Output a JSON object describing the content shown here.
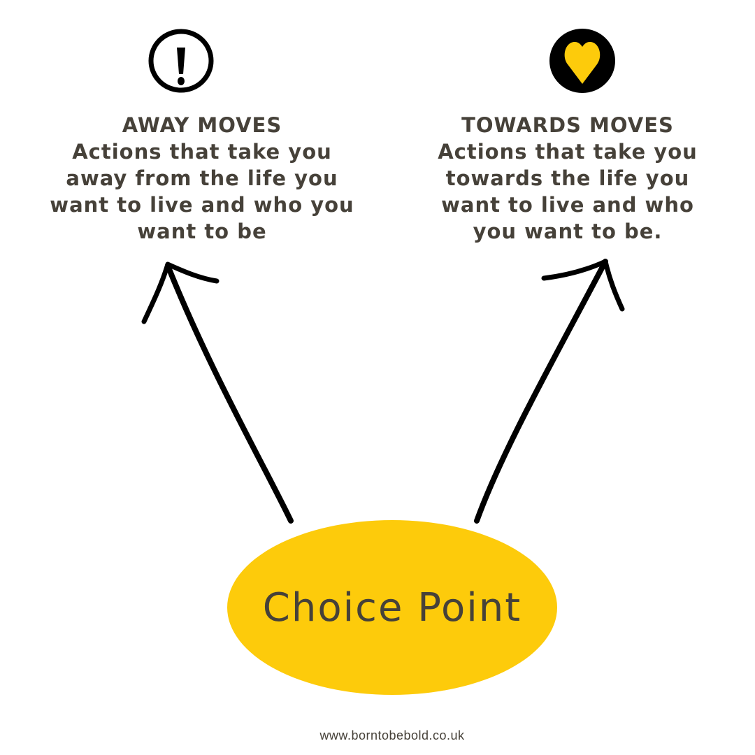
{
  "away": {
    "title": "AWAY MOVES",
    "lines": [
      "Actions that take you",
      "away from the life you",
      "want to live and who you",
      "want to be"
    ],
    "icon": "exclamation-circle-icon"
  },
  "towards": {
    "title": "TOWARDS MOVES",
    "lines": [
      "Actions that take you",
      "towards the life you",
      "want to live and who",
      "you want to be."
    ],
    "icon": "heart-circle-icon"
  },
  "center": {
    "label": "Choice Point"
  },
  "footer": {
    "url": "www.borntobebold.co.uk"
  },
  "colors": {
    "accent": "#FDCB0B",
    "text": "#464139",
    "ink": "#000000"
  }
}
